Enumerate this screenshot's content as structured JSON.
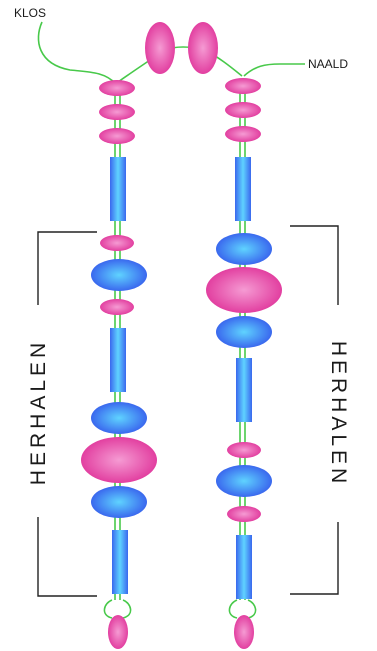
{
  "labels": {
    "top_left": "KLOS",
    "top_right": "NAALD",
    "repeat_left": "HERHALEN",
    "repeat_right": "HERHALEN"
  },
  "colors": {
    "pink": "#e23fa0",
    "pink_light": "#f59bd3",
    "blue": "#3a68ee",
    "blue_light": "#5fd3ff",
    "thread": "#48c94a",
    "bracket": "#222222"
  }
}
